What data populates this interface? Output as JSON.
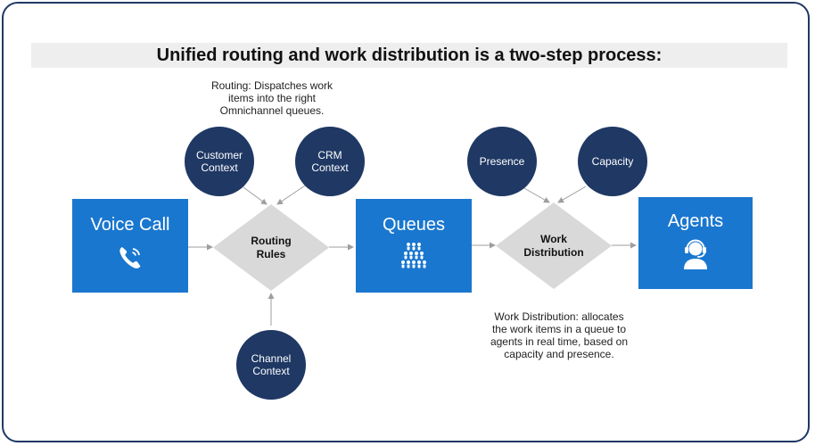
{
  "title": "Unified routing and work distribution is a two-step process:",
  "routing_note": [
    "Routing: Dispatches work",
    "items into the right",
    "Omnichannel queues."
  ],
  "distribution_note": [
    "Work Distribution: allocates",
    "the work items in a queue to",
    "agents in real time, based on",
    "capacity and presence."
  ],
  "circles": {
    "customer_context": [
      "Customer",
      "Context"
    ],
    "crm_context": [
      "CRM",
      "Context"
    ],
    "channel_context": [
      "Channel",
      "Context"
    ],
    "presence": [
      "Presence"
    ],
    "capacity": [
      "Capacity"
    ]
  },
  "boxes": {
    "voice_call": "Voice Call",
    "queues": "Queues",
    "agents": "Agents"
  },
  "diamonds": {
    "routing_rules": [
      "Routing",
      "Rules"
    ],
    "work_distribution": [
      "Work",
      "Distribution"
    ]
  },
  "colors": {
    "box_blue": "#1a77cf",
    "circle_navy": "#1f3864",
    "diamond_gray": "#d9d9d9",
    "connector_gray": "#9e9e9e"
  },
  "icons": {
    "voice_call": "phone-icon",
    "queues": "people-queue-icon",
    "agents": "headset-agent-icon"
  }
}
